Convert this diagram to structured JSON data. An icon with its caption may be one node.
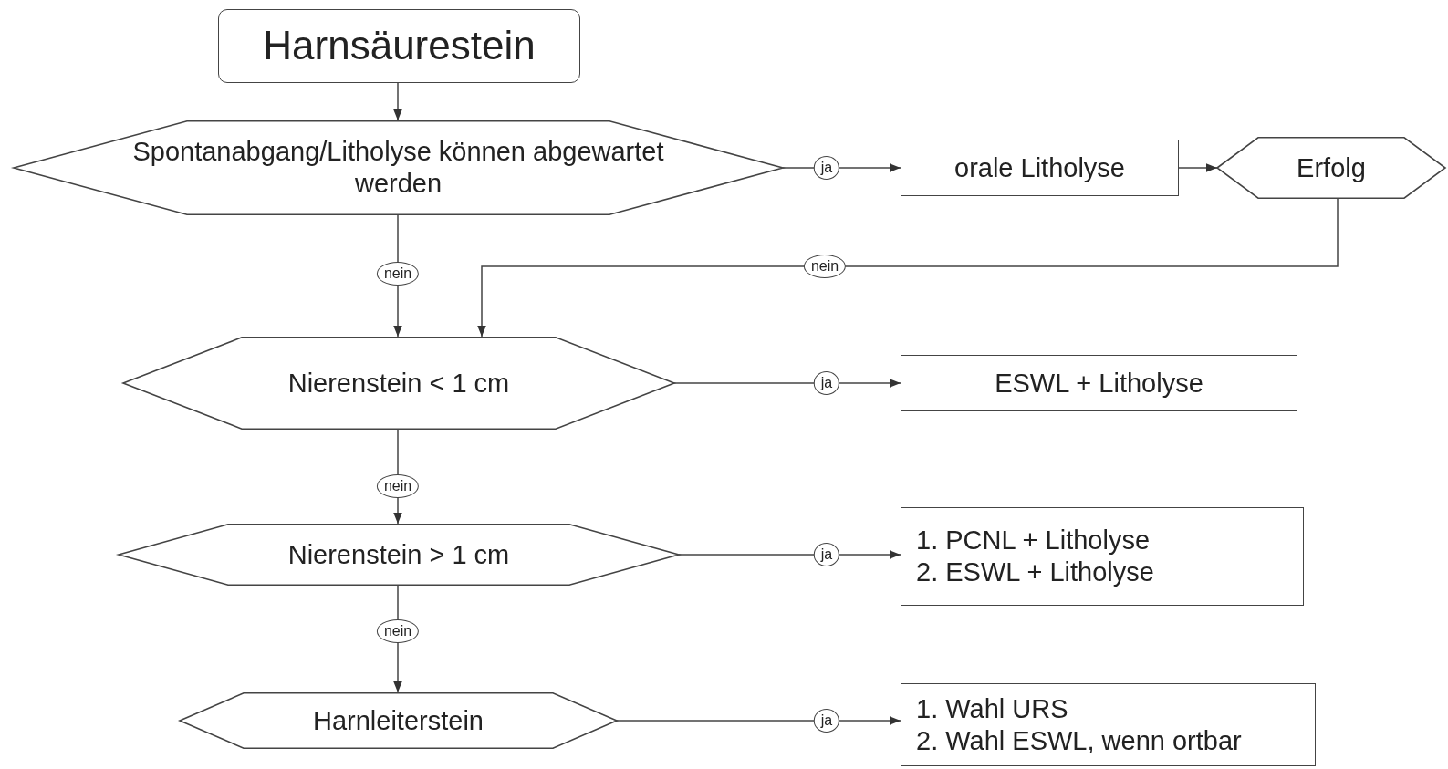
{
  "diagram": {
    "nodes": [
      {
        "text": [
          "Harnsäurestein"
        ]
      },
      {
        "text": [
          "Spontanabgang/Litholyse können abgewartet werden"
        ]
      },
      {
        "text": [
          "orale Litholyse"
        ]
      },
      {
        "text": [
          "Erfolg"
        ]
      },
      {
        "text": [
          "Nierenstein < 1 cm"
        ]
      },
      {
        "text": [
          "ESWL + Litholyse"
        ]
      },
      {
        "text": [
          "Nierenstein > 1 cm"
        ]
      },
      {
        "text": [
          "1. PCNL + Litholyse",
          "2. ESWL + Litholyse"
        ]
      },
      {
        "text": [
          "Harnleiterstein"
        ]
      },
      {
        "text": [
          "1. Wahl URS",
          "2. Wahl ESWL, wenn ortbar"
        ]
      }
    ],
    "edges": [
      {
        "from": 0,
        "to": 1,
        "arrow": "to"
      },
      {
        "from": 1,
        "to": 2,
        "arrow": "to",
        "label": "ja"
      },
      {
        "from": 2,
        "to": 3,
        "arrow": "to"
      },
      {
        "from": 3,
        "to": 4,
        "arrow": "to",
        "label": "nein"
      },
      {
        "from": 1,
        "to": 4,
        "arrow": "to",
        "label": "nein"
      },
      {
        "from": 4,
        "to": 5,
        "arrow": "to",
        "label": "ja"
      },
      {
        "from": 4,
        "to": 6,
        "arrow": "to",
        "label": "nein"
      },
      {
        "from": 6,
        "to": 7,
        "arrow": "to",
        "label": "ja"
      },
      {
        "from": 6,
        "to": 8,
        "arrow": "to",
        "label": "nein"
      },
      {
        "from": 8,
        "to": 9,
        "arrow": "to",
        "label": "ja"
      }
    ]
  }
}
